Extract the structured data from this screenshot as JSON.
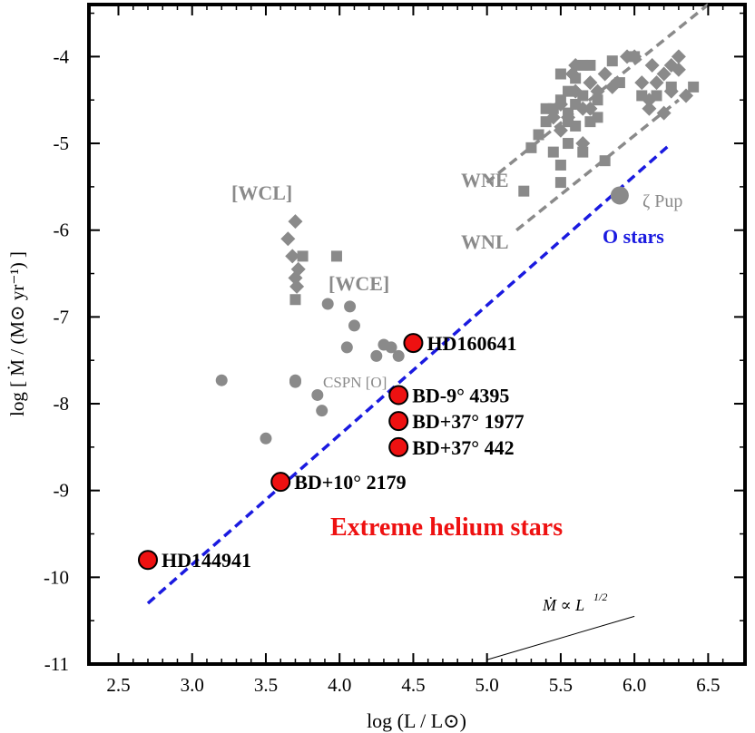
{
  "chart_data": {
    "type": "scatter",
    "xlabel": "log (L / L⊙)",
    "ylabel": "log [ Ṁ / (M⊙ yr⁻¹) ]",
    "xlim": [
      2.3,
      6.75
    ],
    "ylim": [
      -11,
      -3.4
    ],
    "xticks": [
      2.5,
      3.0,
      3.5,
      4.0,
      4.5,
      5.0,
      5.5,
      6.0,
      6.5
    ],
    "yticks": [
      -11,
      -10,
      -9,
      -8,
      -7,
      -6,
      -5,
      -4
    ],
    "xtick_labels": [
      "2.5",
      "3.0",
      "3.5",
      "4.0",
      "4.5",
      "5.0",
      "5.5",
      "6.0",
      "6.5"
    ],
    "ytick_labels": [
      "-11",
      "-10",
      "-9",
      "-8",
      "-7",
      "-6",
      "-5",
      "-4"
    ],
    "colors": {
      "gray": "#8a8a8a",
      "red": "#ee1111",
      "blue": "#1a1ae0",
      "black": "#000000"
    },
    "series": [
      {
        "marker": "diamond",
        "color": "#8a8a8a",
        "points": [
          [
            3.65,
            -6.1
          ],
          [
            3.7,
            -5.9
          ],
          [
            3.68,
            -6.3
          ],
          [
            3.72,
            -6.45
          ],
          [
            3.7,
            -6.55
          ],
          [
            3.71,
            -6.65
          ],
          [
            5.5,
            -4.55
          ],
          [
            5.55,
            -4.7
          ],
          [
            5.6,
            -4.4
          ],
          [
            5.65,
            -4.6
          ],
          [
            5.7,
            -4.3
          ],
          [
            5.75,
            -4.4
          ],
          [
            5.6,
            -4.1
          ],
          [
            5.8,
            -4.2
          ],
          [
            6.0,
            -4.0
          ],
          [
            6.1,
            -4.5
          ],
          [
            6.15,
            -4.3
          ],
          [
            6.2,
            -4.2
          ],
          [
            6.25,
            -4.4
          ],
          [
            6.3,
            -4.15
          ],
          [
            6.3,
            -4.0
          ],
          [
            6.35,
            -4.45
          ],
          [
            6.1,
            -4.6
          ],
          [
            6.2,
            -4.65
          ],
          [
            6.25,
            -4.1
          ],
          [
            5.5,
            -4.85
          ],
          [
            5.65,
            -5.0
          ],
          [
            5.7,
            -4.6
          ],
          [
            5.85,
            -4.35
          ],
          [
            5.95,
            -4.0
          ],
          [
            6.05,
            -4.3
          ],
          [
            6.12,
            -4.1
          ],
          [
            5.45,
            -4.7
          ],
          [
            5.58,
            -4.2
          ]
        ]
      },
      {
        "marker": "square",
        "color": "#8a8a8a",
        "points": [
          [
            3.75,
            -6.3
          ],
          [
            3.7,
            -6.8
          ],
          [
            3.98,
            -6.3
          ],
          [
            5.25,
            -5.55
          ],
          [
            5.3,
            -5.05
          ],
          [
            5.35,
            -4.9
          ],
          [
            5.4,
            -4.75
          ],
          [
            5.45,
            -4.6
          ],
          [
            5.5,
            -4.5
          ],
          [
            5.55,
            -4.4
          ],
          [
            5.6,
            -4.25
          ],
          [
            5.65,
            -4.1
          ],
          [
            5.7,
            -4.1
          ],
          [
            5.85,
            -4.05
          ],
          [
            5.5,
            -5.25
          ],
          [
            5.55,
            -5.0
          ],
          [
            5.6,
            -4.8
          ],
          [
            5.65,
            -5.1
          ],
          [
            5.75,
            -4.7
          ],
          [
            5.8,
            -5.2
          ],
          [
            5.45,
            -5.1
          ],
          [
            5.5,
            -5.45
          ],
          [
            5.4,
            -4.6
          ],
          [
            5.55,
            -4.75
          ],
          [
            5.7,
            -4.75
          ],
          [
            5.6,
            -4.55
          ],
          [
            5.5,
            -4.2
          ],
          [
            5.65,
            -4.45
          ],
          [
            5.55,
            -4.65
          ],
          [
            6.0,
            -4.0
          ],
          [
            6.25,
            -4.35
          ],
          [
            6.4,
            -4.35
          ],
          [
            6.05,
            -4.45
          ],
          [
            6.15,
            -4.45
          ],
          [
            5.75,
            -4.5
          ],
          [
            5.9,
            -4.3
          ]
        ]
      },
      {
        "marker": "circle",
        "color": "#8a8a8a",
        "points": [
          [
            3.2,
            -7.73
          ],
          [
            3.5,
            -8.4
          ],
          [
            3.7,
            -7.73
          ],
          [
            3.7,
            -7.75
          ],
          [
            3.85,
            -7.9
          ],
          [
            3.88,
            -8.08
          ],
          [
            3.92,
            -6.85
          ],
          [
            4.05,
            -7.35
          ],
          [
            4.07,
            -6.88
          ],
          [
            4.1,
            -7.1
          ],
          [
            4.25,
            -7.45
          ],
          [
            4.3,
            -7.32
          ],
          [
            4.4,
            -7.45
          ],
          [
            4.35,
            -7.35
          ]
        ]
      }
    ],
    "extreme_helium_stars": [
      {
        "name": "HD144941",
        "x": 2.7,
        "y": -9.8
      },
      {
        "name": "BD+10° 2179",
        "x": 3.6,
        "y": -8.9
      },
      {
        "name": "BD+37° 442",
        "x": 4.4,
        "y": -8.5
      },
      {
        "name": "BD+37° 1977",
        "x": 4.4,
        "y": -8.2
      },
      {
        "name": "BD-9° 4395",
        "x": 4.4,
        "y": -7.9
      },
      {
        "name": "HD160641",
        "x": 4.5,
        "y": -7.3
      }
    ],
    "zeta_pup": {
      "name": "ζ Pup",
      "x": 5.9,
      "y": -5.6
    },
    "lines": [
      {
        "name": "O stars",
        "style": "dashed",
        "color": "#1a1ae0",
        "x": [
          2.7,
          6.25
        ],
        "y": [
          -10.3,
          -5.0
        ]
      },
      {
        "name": "WNE",
        "style": "dashed",
        "color": "#8a8a8a",
        "x": [
          5.0,
          6.5
        ],
        "y": [
          -5.45,
          -3.4
        ]
      },
      {
        "name": "WNL",
        "style": "dashed",
        "color": "#8a8a8a",
        "x": [
          5.2,
          6.3
        ],
        "y": [
          -6.0,
          -4.5
        ]
      },
      {
        "name": "Ṁ ∝ L^1/2",
        "style": "solid",
        "color": "#000000",
        "x": [
          5.0,
          6.0
        ],
        "y": [
          -10.95,
          -10.45
        ]
      }
    ],
    "labels": {
      "wcl": "[WCL]",
      "wce": "[WCE]",
      "cspn": "CSPN [O]",
      "wne": "WNE",
      "wnl": "WNL",
      "o_stars": "O stars",
      "zeta_pup": "ζ Pup",
      "extreme_helium": "Extreme helium stars",
      "relation": "Ṁ ∝ L",
      "relation_exp": "1/2"
    }
  }
}
